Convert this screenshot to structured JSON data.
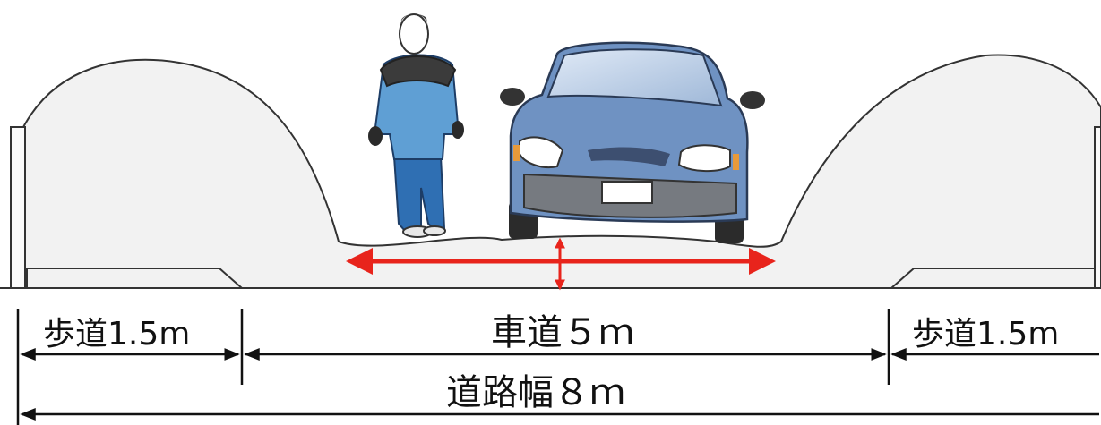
{
  "labels": {
    "sidewalk_left": "歩道1.5m",
    "roadway": "車道５ｍ",
    "sidewalk_right": "歩道1.5m",
    "road_width": "道路幅８ｍ"
  },
  "colors": {
    "ground": "#f2f2f2",
    "outline": "#333333",
    "car_body": "#6f92c2",
    "car_dark": "#3d4f70",
    "person_jacket": "#5f9fd4",
    "person_pants": "#2f6fb3",
    "red_arrow": "#e8241c",
    "dimension_line": "#111111"
  }
}
